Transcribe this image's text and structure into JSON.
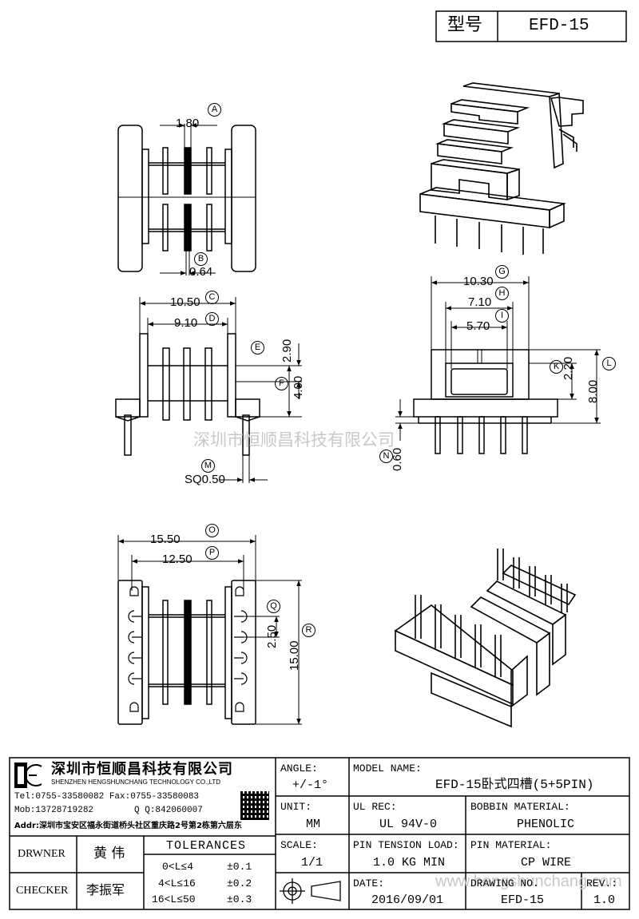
{
  "header": {
    "type_label": "型号",
    "model": "EFD-15"
  },
  "dims": {
    "A": {
      "tag": "A",
      "value": "1.80"
    },
    "B": {
      "tag": "B",
      "value": "0.64"
    },
    "C": {
      "tag": "C",
      "value": "10.50"
    },
    "D": {
      "tag": "D",
      "value": "9.10"
    },
    "E": {
      "tag": "E",
      "value": "2.90"
    },
    "F": {
      "tag": "F",
      "value": "4.00"
    },
    "G": {
      "tag": "G",
      "value": "10.30"
    },
    "H": {
      "tag": "H",
      "value": "7.10"
    },
    "I": {
      "tag": "I",
      "value": "5.70"
    },
    "K": {
      "tag": "K",
      "value": "2.20"
    },
    "L": {
      "tag": "L",
      "value": "8.00"
    },
    "M": {
      "tag": "M",
      "value": "SQ0.50"
    },
    "N": {
      "tag": "N",
      "value": "0.60"
    },
    "O": {
      "tag": "O",
      "value": "15.50"
    },
    "P": {
      "tag": "P",
      "value": "12.50"
    },
    "Q": {
      "tag": "Q",
      "value": "2.50"
    },
    "R": {
      "tag": "R",
      "value": "15.00"
    }
  },
  "watermark": {
    "center": "深圳市恒顺昌科技有限公司",
    "bottom": "www.hengshunchang.com"
  },
  "titleblock": {
    "company_cn": "深圳市恒顺昌科技有限公司",
    "company_en": "SHENZHEN HENGSHUNCHANG TECHNOLOGY CO.,LTD",
    "tel": "Tel:0755-33580082 Fax:0755-33580083",
    "mob": "Mob:13728719282",
    "qq": "Q Q:842060007",
    "addr": "Addr:深圳市宝安区福永街道桥头社区重庆路2号第2栋第六层东",
    "drawer_label": "DRWNER",
    "drawer_name": "黄 伟",
    "checker_label": "CHECKER",
    "checker_name": "李振军",
    "tolerances_label": "TOLERANCES",
    "tol1_range": "0<L≤4",
    "tol1_val": "±0.1",
    "tol2_range": "4<L≤16",
    "tol2_val": "±0.2",
    "tol3_range": "16<L≤50",
    "tol3_val": "±0.3",
    "angle_label": "ANGLE:",
    "angle_value": "+/-1°",
    "unit_label": "UNIT:",
    "unit_value": "MM",
    "scale_label": "SCALE:",
    "scale_value": "1/1",
    "model_name_label": "MODEL NAME:",
    "model_name_value": "EFD-15卧式四槽(5+5PIN)",
    "ul_label": "UL REC:",
    "ul_value": "UL 94V-0",
    "bobbin_label": "BOBBIN MATERIAL:",
    "bobbin_value": "PHENOLIC",
    "tension_label": "PIN TENSION LOAD:",
    "tension_value": "1.0 KG MIN",
    "pin_label": "PIN MATERIAL:",
    "pin_value": "CP WIRE",
    "date_label": "DATE:",
    "date_value": "2016/09/01",
    "drawing_label": "DRAWING NO.",
    "drawing_value": "EFD-15",
    "rev_label": "REV.:",
    "rev_value": "1.0"
  }
}
